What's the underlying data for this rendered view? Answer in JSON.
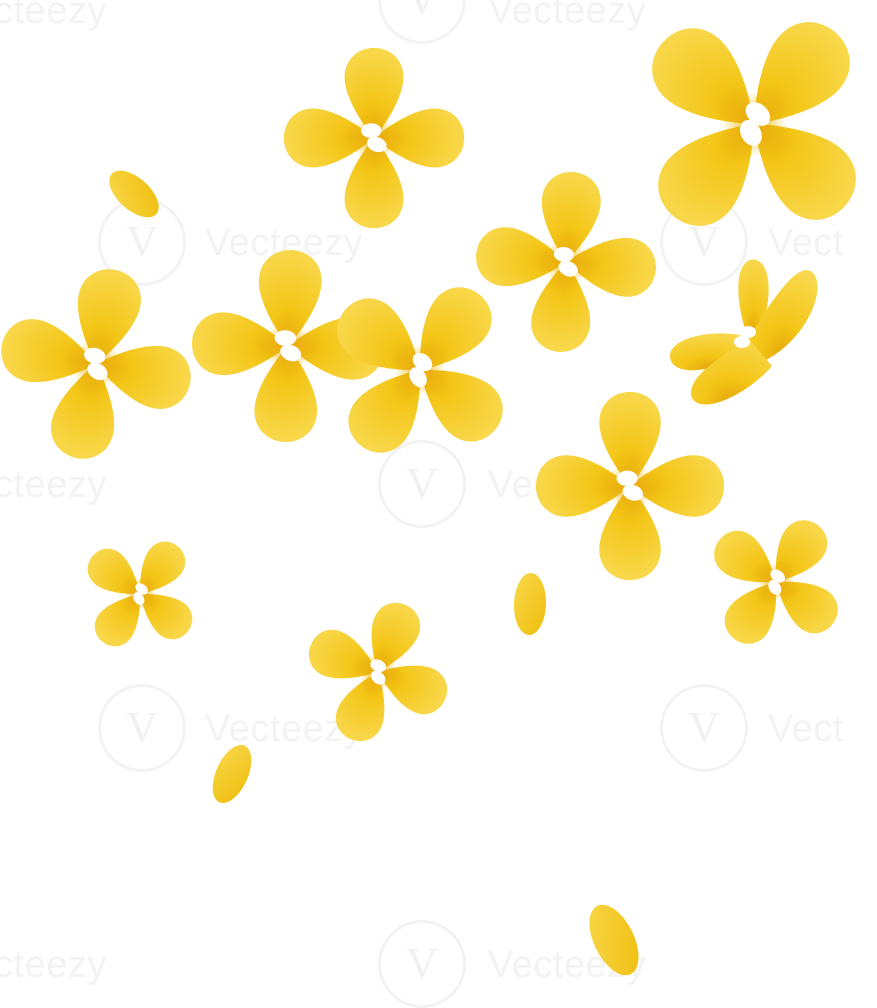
{
  "watermark": {
    "text": "Vecteezy",
    "text_partial_left": "cteezy",
    "text_partial_right": "Vect",
    "logo_glyph": "V"
  },
  "colors": {
    "background": "#ffffff",
    "petal_light": "#f7d54a",
    "petal_main": "#f1c40f",
    "petal_deep": "#e0a800",
    "center": "#eda50f",
    "seed": "#ffffff"
  },
  "icons": {
    "flower": "yellow-four-petal-flower-icon",
    "petal": "loose-petal-icon"
  }
}
